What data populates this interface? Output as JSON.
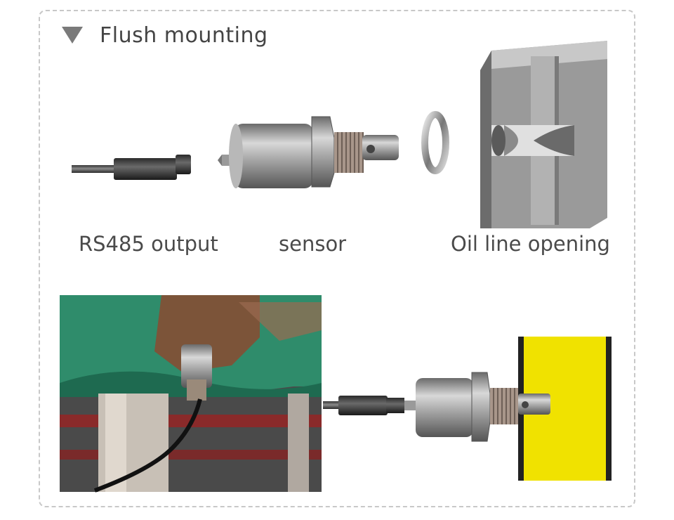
{
  "section": {
    "title": "Flush mounting",
    "title_icon": "triangle-down-icon"
  },
  "labels": {
    "rs485": "RS485 output",
    "sensor": "sensor",
    "oil": "Oil line opening"
  },
  "colors": {
    "frame_border": "#c8c8c8",
    "title_text": "#444444",
    "wall_yellow": "#f0e200",
    "wall_black": "#222222",
    "block_gray": "#8c8c8c",
    "paint_green": "#2e8a6a",
    "rust": "#8a4a30"
  }
}
